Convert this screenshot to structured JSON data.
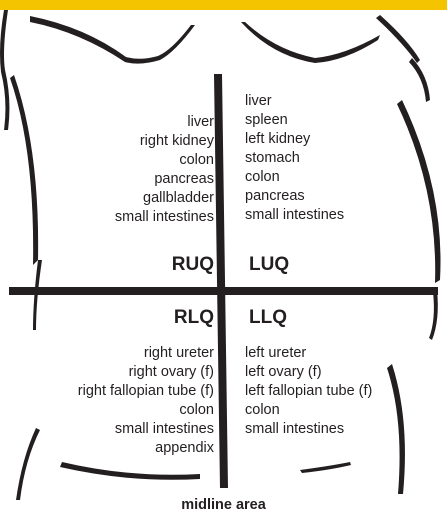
{
  "colors": {
    "accent": "#f5c400",
    "ink": "#231f20",
    "background": "#ffffff"
  },
  "quadrants": {
    "ruq": {
      "label": "RUQ",
      "organs": [
        "liver",
        "right kidney",
        "colon",
        "pancreas",
        "gallbladder",
        "small intestines"
      ]
    },
    "luq": {
      "label": "LUQ",
      "organs": [
        "liver",
        "spleen",
        "left kidney",
        "stomach",
        "colon",
        "pancreas",
        "small intestines"
      ]
    },
    "rlq": {
      "label": "RLQ",
      "organs": [
        "right ureter",
        "right ovary (f)",
        "right fallopian tube (f)",
        "colon",
        "small intestines",
        "appendix"
      ]
    },
    "llq": {
      "label": "LLQ",
      "organs": [
        "left ureter",
        "left ovary (f)",
        "left fallopian tube (f)",
        "colon",
        "small intestines"
      ]
    }
  },
  "midline_label": "midline area"
}
